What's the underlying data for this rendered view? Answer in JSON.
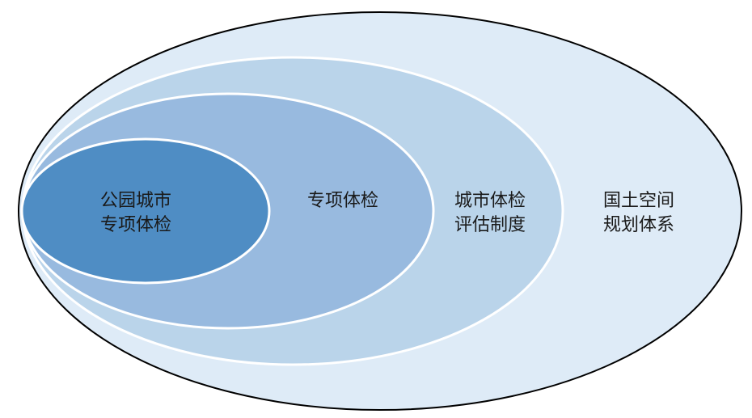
{
  "colors": {
    "level_1": "#deebf7",
    "level_2": "#bad4ea",
    "level_3": "#98badf",
    "level_4": "#4f8dc4",
    "outer_stroke": "#000000",
    "inner_stroke": "#ffffff",
    "text": "#1a1a1a"
  },
  "nested_sets": [
    {
      "id": "national-spatial-planning-system",
      "lines": [
        "国土空间",
        "规划体系"
      ]
    },
    {
      "id": "city-checkup-evaluation-system",
      "lines": [
        "城市体检",
        "评估制度"
      ]
    },
    {
      "id": "special-checkup",
      "lines": [
        "专项体检"
      ]
    },
    {
      "id": "park-city-special-checkup",
      "lines": [
        "公园城市",
        "专项体检"
      ]
    }
  ]
}
